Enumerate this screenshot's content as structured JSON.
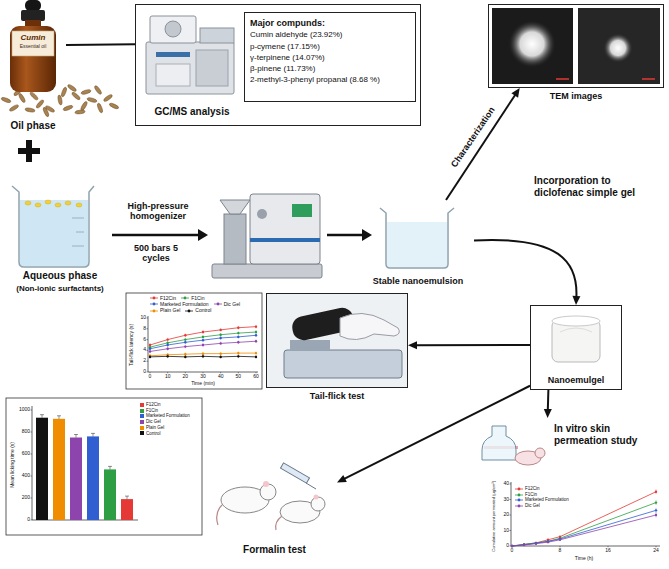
{
  "diagram": {
    "nodes": [
      {
        "text": [
          "Cumin",
          "Essential oil",
          "Oil phase"
        ]
      },
      {
        "text": [
          "GC/MS analysis"
        ]
      },
      {
        "text": [
          "Major compunds:",
          "Cumin aldehyde (23.92%)",
          "p-cymene (17.15%)",
          "γ-terpinene (14.07%)",
          "β-pinene (11.73%)",
          "2-methyl-3-phenyl propanal (8.68 %)"
        ],
        "in": 1
      },
      {
        "text": [
          "Aqueous phase",
          "(Non-ionic surfactants)"
        ]
      },
      {
        "text": [
          "Stable nanoemulsion"
        ]
      },
      {
        "text": [
          "TEM images"
        ]
      },
      {
        "text": [
          "Nanoemulgel"
        ]
      },
      {
        "text": [
          "Tail-flick test"
        ]
      },
      {
        "text": [
          "In vitro skin permeation study"
        ]
      },
      {
        "text": [
          "Formalin test"
        ]
      }
    ],
    "edges": [
      {
        "from": 0,
        "to": 1,
        "arrow": "none"
      },
      {
        "from": 4,
        "to": 5,
        "label": "Characterization",
        "arrow": "to"
      },
      {
        "from": 4,
        "to": 6,
        "label": "Incorporation to diclofenac simple gel",
        "arrow": "to"
      },
      {
        "from": 6,
        "to": 7,
        "arrow": "to"
      },
      {
        "from": 6,
        "to": 8,
        "arrow": "to"
      },
      {
        "from": 6,
        "to": 9,
        "arrow": "to"
      }
    ],
    "labels": [
      "High-pressure homogenizer",
      "500 bars 5 cycles",
      "Tail-flick latency (s)",
      "Time (min)",
      "0",
      "2",
      "4",
      "6",
      "8",
      "10",
      "0",
      "10",
      "20",
      "30",
      "40",
      "50",
      "60",
      "Cumulative amount permeated (µg/cm²)",
      "Time (h)",
      "0",
      "10",
      "20",
      "30",
      "40",
      "0",
      "8",
      "16",
      "24",
      "Mean licking time (s)",
      "0",
      "200",
      "400",
      "600",
      "800",
      "1000"
    ],
    "legend": [
      {
        "text": "F12Cin"
      },
      {
        "text": "F1Cin"
      },
      {
        "text": "Marketed Formulation"
      },
      {
        "text": "Dic Gel"
      },
      {
        "text": "Plain Gel"
      },
      {
        "text": "Control"
      },
      {
        "text": "F12Cin"
      },
      {
        "text": "F1Cin"
      },
      {
        "text": "Marketed Formulation"
      },
      {
        "text": "Dic Gel"
      },
      {
        "text": "F12Cin",
        "color": "#e53935"
      },
      {
        "text": "F1Cin",
        "color": "#2e9e44"
      },
      {
        "text": "Marketed Formulation",
        "color": "#2f5fd0"
      },
      {
        "text": "Dic Gel",
        "color": "#8e44ad"
      },
      {
        "text": "Plain Gel",
        "color": "#f08c00"
      },
      {
        "text": "Control",
        "color": "#111111"
      }
    ]
  }
}
